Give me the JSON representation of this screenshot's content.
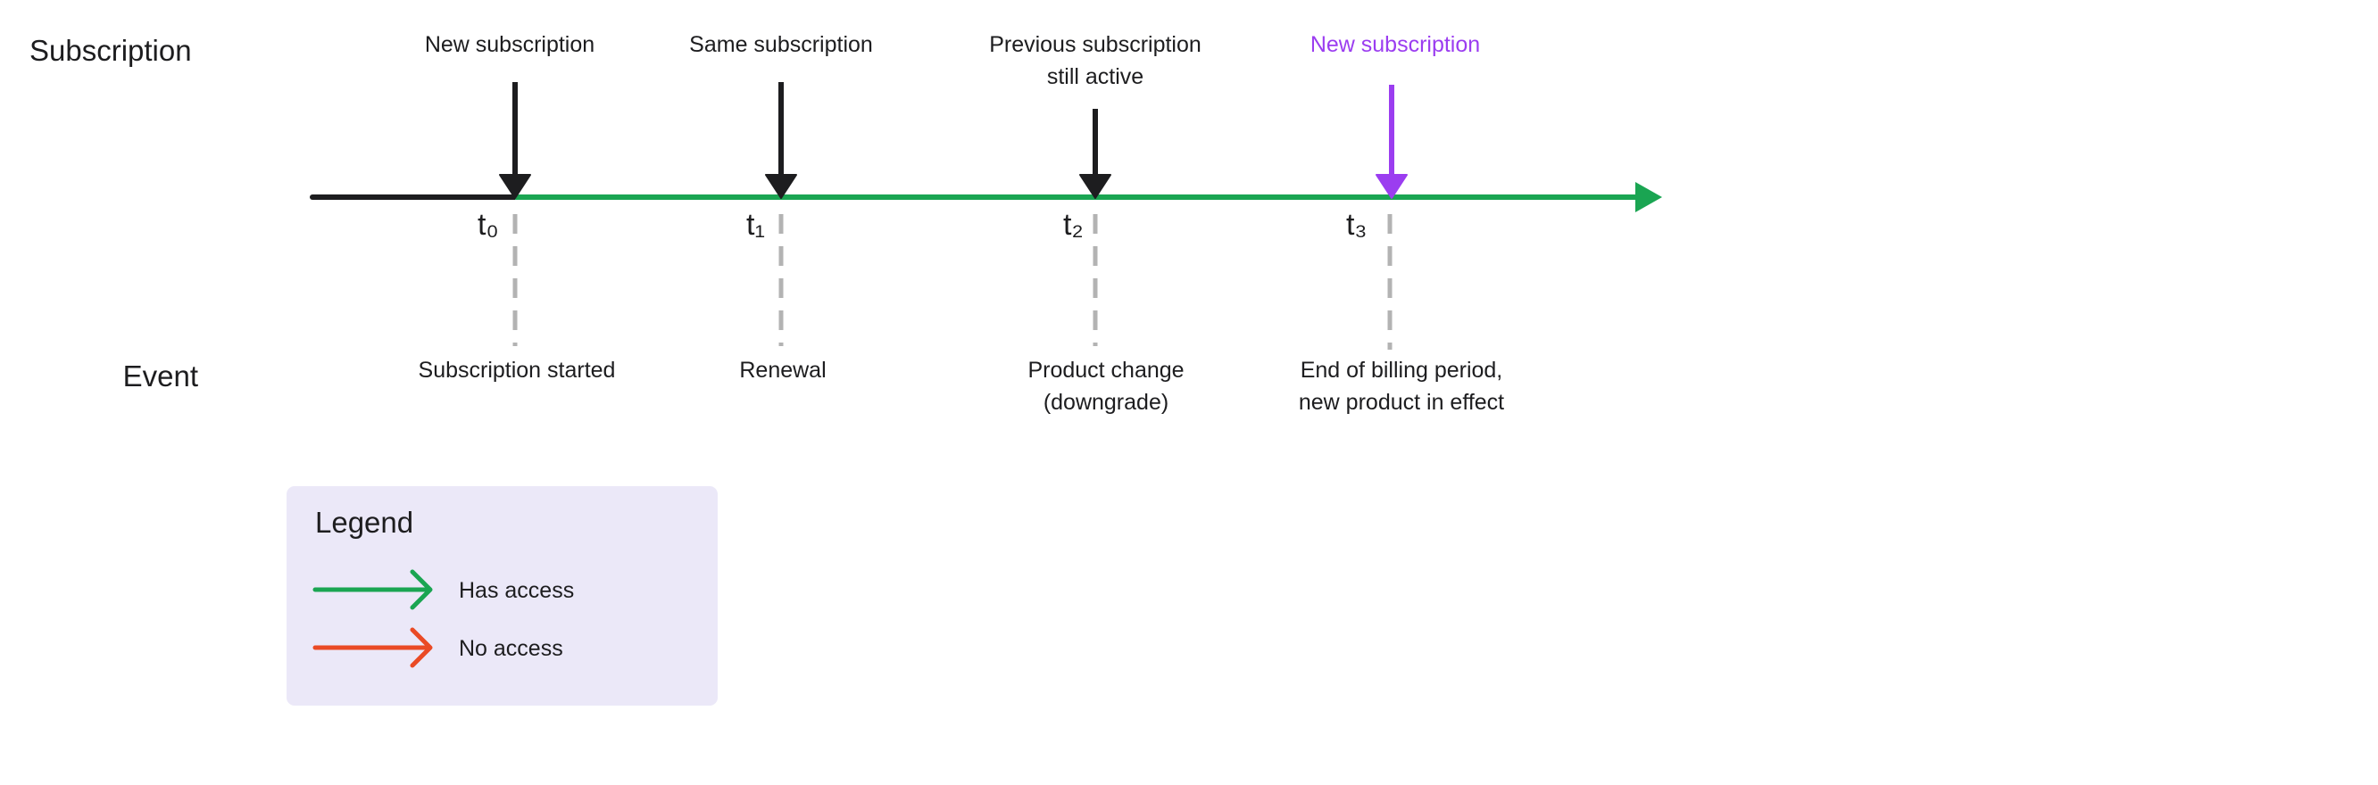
{
  "rows": {
    "subscription": "Subscription",
    "event": "Event"
  },
  "markers": [
    {
      "id": "t0",
      "top": [
        "New subscription"
      ],
      "t": "t₀",
      "bottom": [
        "Subscription started"
      ],
      "accent": false
    },
    {
      "id": "t1",
      "top": [
        "Same subscription"
      ],
      "t": "t₁",
      "bottom": [
        "Renewal"
      ],
      "accent": false
    },
    {
      "id": "t2",
      "top": [
        "Previous subscription",
        "still active"
      ],
      "t": "t₂",
      "bottom": [
        "Product change",
        "(downgrade)"
      ],
      "accent": false
    },
    {
      "id": "t3",
      "top": [
        "New subscription"
      ],
      "t": "t₃",
      "bottom": [
        "End of billing period,",
        "new product in effect"
      ],
      "accent": true
    }
  ],
  "legend": {
    "title": "Legend",
    "items": [
      {
        "label": "Has access",
        "color": "#1aa552"
      },
      {
        "label": "No access",
        "color": "#ea4a25"
      }
    ]
  },
  "colors": {
    "access": "#1aa552",
    "no_access": "#ea4a25",
    "accent": "#9b3df0",
    "ink": "#1d1d1f",
    "dash": "#b3b3b3",
    "legend_bg": "#ebe8f8"
  }
}
